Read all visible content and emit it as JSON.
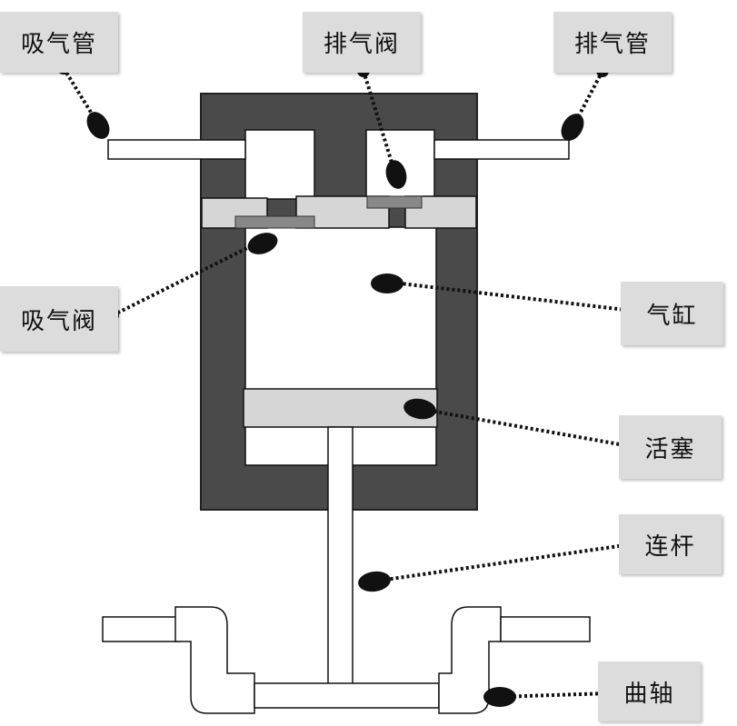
{
  "labels": {
    "intake_pipe": "吸气管",
    "exhaust_valve": "排气阀",
    "exhaust_pipe": "排气管",
    "intake_valve": "吸气阀",
    "cylinder": "气缸",
    "piston": "活塞",
    "connecting_rod": "连杆",
    "crankshaft": "曲轴"
  },
  "colors": {
    "cylinder_wall": "#4a4a4a",
    "plate": "#d6d6d6",
    "valve": "#888888",
    "label_bg": "#dcdcdc",
    "outline": "#111111"
  }
}
